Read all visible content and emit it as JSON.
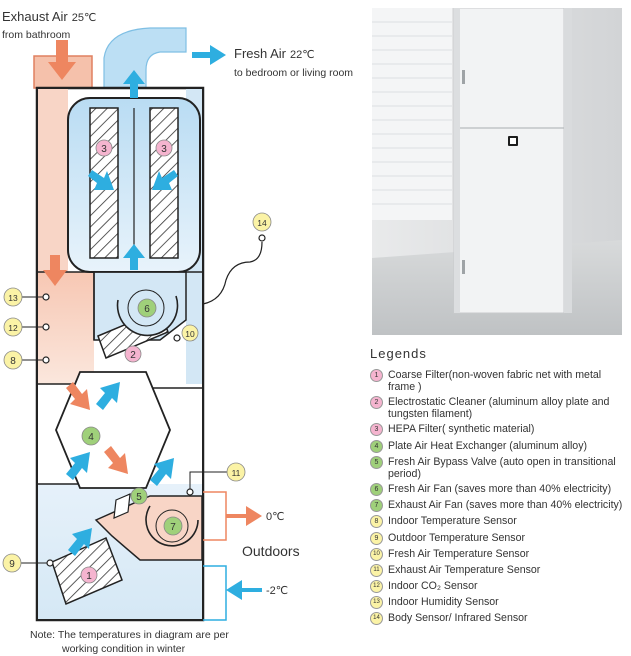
{
  "colors": {
    "warm_fill": "#f8d5c6",
    "cool_fill": "#d3e7f5",
    "warm_arrow": "#ee8660",
    "cool_arrow": "#2eaee0",
    "pink_badge": "#f5b4cf",
    "green_badge": "#9fd07a",
    "yellow_badge": "#fbf3a6"
  },
  "diagram": {
    "exhaust_label": "Exhaust Air",
    "exhaust_temp": "25℃",
    "exhaust_source": "from bathroom",
    "fresh_label": "Fresh Air",
    "fresh_temp": "22℃",
    "fresh_dest": "to bedroom or living room",
    "out_exhaust_temp": "0℃",
    "out_fresh_temp": "-2℃",
    "outdoors_label": "Outdoors",
    "note_line1": "Note: The temperatures in diagram are per",
    "note_line2": "working condition in winter",
    "numbers": [
      "1",
      "2",
      "3",
      "4",
      "5",
      "6",
      "7",
      "8",
      "9",
      "10",
      "11",
      "12",
      "13",
      "14"
    ]
  },
  "legend": {
    "title": "Legends",
    "items": [
      {
        "num": "1",
        "text": "Coarse Filter(non-woven fabric net with metal frame )",
        "color": "pink"
      },
      {
        "num": "2",
        "text": "Electrostatic Cleaner (aluminum alloy plate and tungsten filament)",
        "color": "pink"
      },
      {
        "num": "3",
        "text": " HEPA Filter( synthetic material)",
        "color": "pink"
      },
      {
        "num": "4",
        "text": "Plate Air Heat Exchanger (aluminum alloy)",
        "color": "green"
      },
      {
        "num": "5",
        "text": "Fresh Air Bypass Valve (auto open in transitional period)",
        "color": "green"
      },
      {
        "num": "6",
        "text": "Fresh Air Fan (saves more than 40% electricity)",
        "color": "green"
      },
      {
        "num": "7",
        "text": "Exhaust Air Fan (saves more than 40% electricity)",
        "color": "green"
      },
      {
        "num": "8",
        "text": "Indoor Temperature Sensor",
        "color": "yellow"
      },
      {
        "num": "9",
        "text": "Outdoor Temperature Sensor",
        "color": "yellow"
      },
      {
        "num": "10",
        "text": "Fresh Air Temperature Sensor",
        "color": "yellow"
      },
      {
        "num": "11",
        "text": "Exhaust Air Temperature Sensor",
        "color": "yellow"
      },
      {
        "num": "12",
        "text": "Indoor CO₂ Sensor",
        "color": "yellow"
      },
      {
        "num": "13",
        "text": "Indoor Humidity Sensor",
        "color": "yellow"
      },
      {
        "num": "14",
        "text": "Body Sensor/ Infrared Sensor",
        "color": "yellow"
      }
    ]
  }
}
